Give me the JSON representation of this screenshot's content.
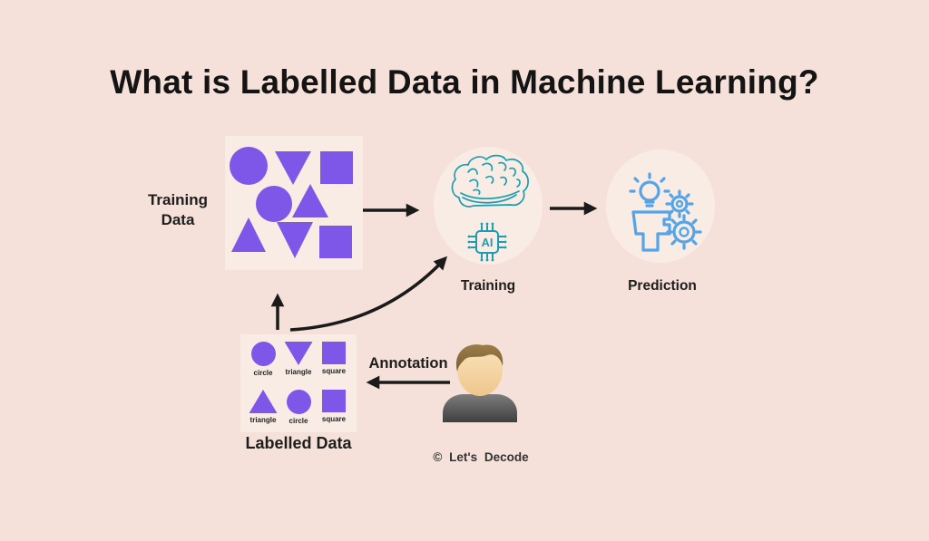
{
  "title": "What is Labelled Data in Machine Learning?",
  "colors": {
    "background": "#f5e1d9",
    "panel": "#f8ece5",
    "shape_purple": "#7e57e8",
    "brain_teal": "#1d9cb0",
    "prediction_blue": "#55a4e8",
    "arrow_black": "#1a1a1a",
    "text_black": "#141414"
  },
  "training_data": {
    "label": "Training Data",
    "shapes": [
      "circle",
      "triangle-down",
      "square",
      "circle",
      "triangle-up",
      "triangle-up",
      "triangle-down",
      "square"
    ]
  },
  "training": {
    "label": "Training",
    "icon": "brain-ai-chip-icon",
    "chip_text": "AI"
  },
  "prediction": {
    "label": "Prediction",
    "icon": "bulb-head-gears-icon"
  },
  "labelled_data": {
    "label": "Labelled Data",
    "rows": [
      [
        {
          "shape": "circle",
          "label": "circle"
        },
        {
          "shape": "triangle-down",
          "label": "triangle"
        },
        {
          "shape": "square",
          "label": "square"
        }
      ],
      [
        {
          "shape": "triangle-up",
          "label": "triangle"
        },
        {
          "shape": "circle",
          "label": "circle"
        },
        {
          "shape": "square",
          "label": "square"
        }
      ]
    ]
  },
  "annotation": {
    "label": "Annotation",
    "icon": "person-annotator-icon"
  },
  "edges": [
    {
      "from": "training-data",
      "to": "training"
    },
    {
      "from": "training",
      "to": "prediction"
    },
    {
      "from": "labelled-data",
      "to": "training-data"
    },
    {
      "from": "labelled-data",
      "to": "training"
    },
    {
      "from": "annotator-person",
      "to": "annotation"
    }
  ],
  "watermark": "© Let's Decode"
}
